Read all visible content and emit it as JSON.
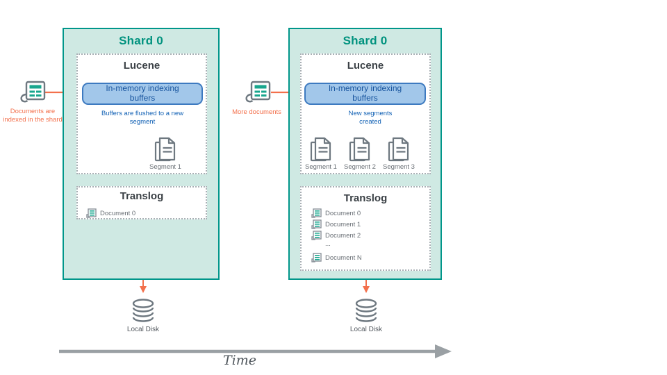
{
  "colors": {
    "panel_border_teal": "#00968a",
    "panel_fill_mint": "#cfe9e3",
    "shard_title_teal": "#00927e",
    "buffer_fill_blue": "#a2c7ea",
    "buffer_border_blue": "#3d7ac0",
    "note_blue": "#1060b4",
    "flow_orange": "#f3704c",
    "icon_gray": "#6e7880",
    "icon_teal": "#18a68e",
    "timeline_gray": "#9aa0a4"
  },
  "icons": {
    "document_feed": "newspaper-icon",
    "segment": "document-pages-icon",
    "translog_entry": "mini-document-icon",
    "disk": "database-cylinder-icon"
  },
  "left_panel": {
    "title": "Shard 0",
    "input_label": "Documents are indexed in the shard",
    "lucene": {
      "title": "Lucene",
      "buffer_label": "In-memory indexing buffers",
      "flush_note": "Buffers are flushed to a new segment",
      "segments": [
        "Segment 1"
      ]
    },
    "translog": {
      "title": "Translog",
      "entries": [
        "Document 0"
      ]
    },
    "disk_label": "Local Disk"
  },
  "right_panel": {
    "title": "Shard 0",
    "input_label": "More documents",
    "lucene": {
      "title": "Lucene",
      "buffer_label": "In-memory indexing buffers",
      "flush_note": "New segments created",
      "segments": [
        "Segment 1",
        "Segment 2",
        "Segment 3"
      ]
    },
    "translog": {
      "title": "Translog",
      "entries": [
        "Document 0",
        "Document 1",
        "Document 2",
        "...",
        "Document N"
      ]
    },
    "disk_label": "Local Disk"
  },
  "timeline": {
    "label": "Time"
  }
}
